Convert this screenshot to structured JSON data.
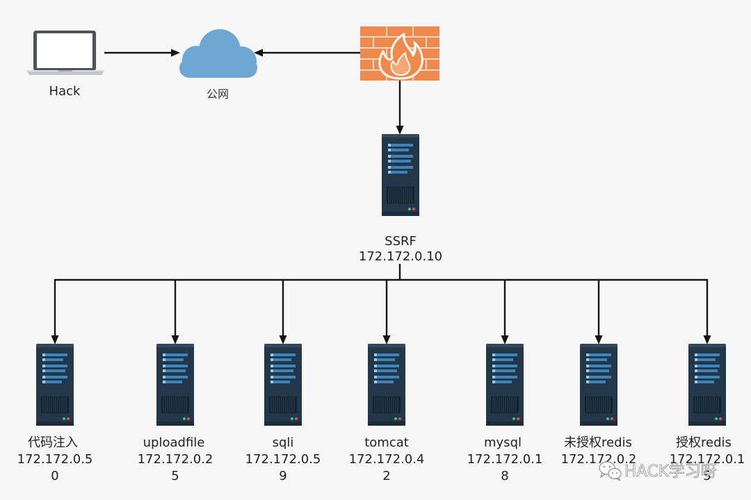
{
  "diagram": {
    "attacker": {
      "label": "Hack",
      "icon": "laptop-icon"
    },
    "internet": {
      "label": "公网",
      "icon": "cloud-icon"
    },
    "firewall": {
      "icon": "firewall-icon"
    },
    "ssrf_server": {
      "name": "SSRF",
      "ip": "172.172.0.10",
      "icon": "server-icon"
    },
    "targets": [
      {
        "name": "代码注入",
        "ip_line1": "172.172.0.5",
        "ip_line2": "0"
      },
      {
        "name": "uploadfile",
        "ip_line1": "172.172.0.2",
        "ip_line2": "5"
      },
      {
        "name": "sqli",
        "ip_line1": "172.172.0.5",
        "ip_line2": "9"
      },
      {
        "name": "tomcat",
        "ip_line1": "172.172.0.4",
        "ip_line2": "2"
      },
      {
        "name": "mysql",
        "ip_line1": "172.172.0.1",
        "ip_line2": "8"
      },
      {
        "name": "未授权redis",
        "ip_line1": "172.172.0.2"
      },
      {
        "name": "授权redis",
        "ip_line1": "172.172.0.1",
        "ip_line2": "5"
      }
    ]
  },
  "watermark": {
    "text": "HACK学习呀",
    "icon": "wechat-icon"
  },
  "colors": {
    "background": "#f7f7f7",
    "cloud": "#6ea8d2",
    "firewall_brick": "#ef8a4e",
    "server_body": "#22374a",
    "server_bar": "#3d84b8",
    "arrow": "#141414"
  }
}
